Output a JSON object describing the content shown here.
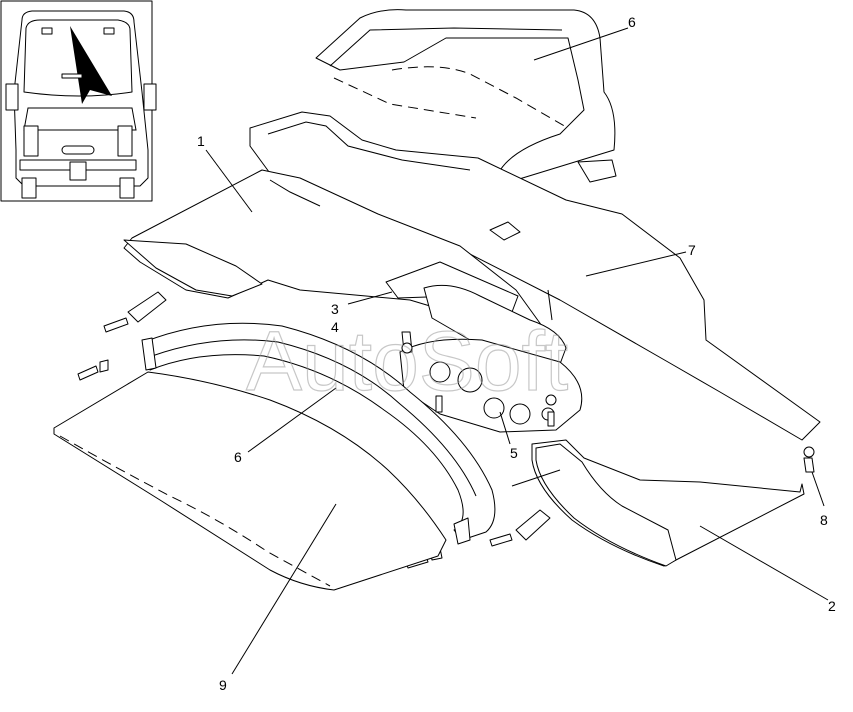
{
  "watermark": "AutoSoft",
  "callouts": {
    "c1": "1",
    "c2": "2",
    "c3": "3",
    "c4": "4",
    "c5": "5",
    "c6a": "6",
    "c6b": "6",
    "c7": "7",
    "c8": "8",
    "c9": "9"
  },
  "colors": {
    "line": "#000000",
    "watermark": "#9a9a9a",
    "background": "#ffffff"
  }
}
